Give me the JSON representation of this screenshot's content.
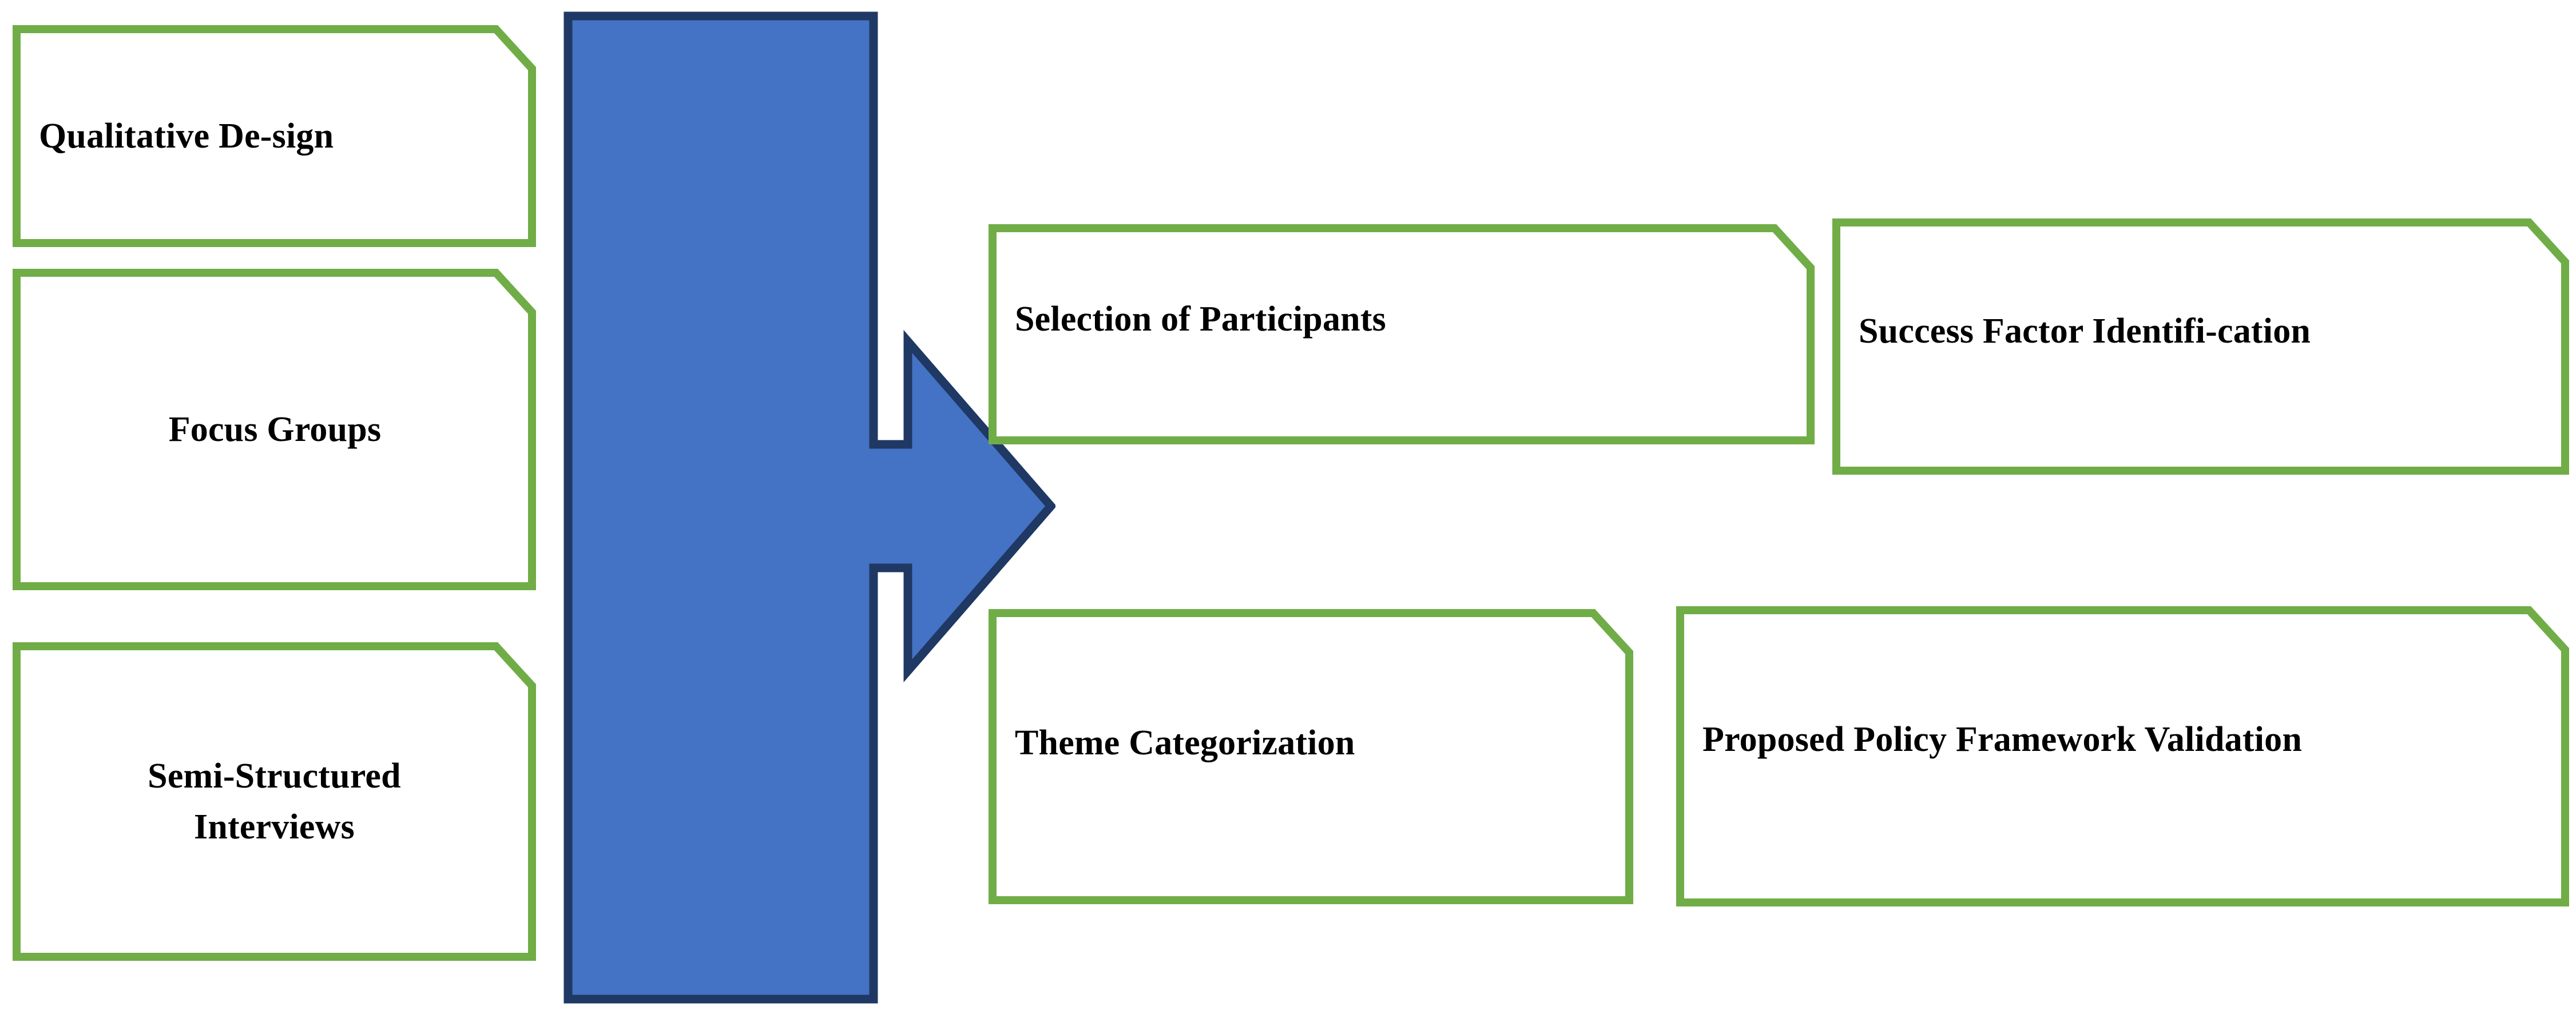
{
  "diagram": {
    "type": "process-flow",
    "title": "",
    "colors": {
      "node_border": "#70AD47",
      "node_fill": "#FFFFFF",
      "arrow_fill": "#4472C4",
      "arrow_border": "#1F3864",
      "text": "#000000",
      "background": "#FFFFFF"
    },
    "input_column": {
      "name": "methodology-inputs",
      "nodes": [
        {
          "id": "qualitative-design",
          "label": "Qualitative De-​sign"
        },
        {
          "id": "focus-groups",
          "label": "Focus Groups"
        },
        {
          "id": "semi-structured-interviews",
          "label": "Semi-Structured Interviews"
        }
      ]
    },
    "connector": {
      "name": "process-arrow",
      "direction": "right",
      "label": ""
    },
    "output_column": {
      "name": "methodology-outputs",
      "nodes": [
        {
          "id": "selection-of-participants",
          "label": "Selection of Participants"
        },
        {
          "id": "success-factor-identification",
          "label": "Success Factor Identifi-cation"
        },
        {
          "id": "theme-categorization",
          "label": "Theme Categorization"
        },
        {
          "id": "proposed-policy-framework-validation",
          "label": "Proposed Policy Framework Validation"
        }
      ]
    }
  }
}
